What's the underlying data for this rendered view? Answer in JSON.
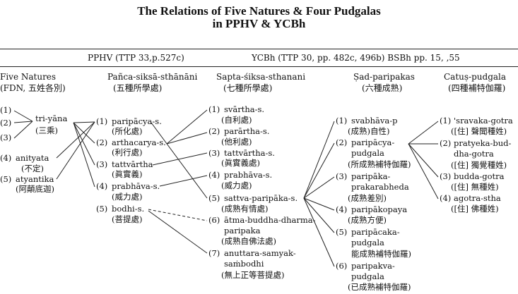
{
  "title": {
    "line1": "The Relations of Five Natures & Four Pudgalas",
    "line2": "in PPHV & YCBh"
  },
  "sources": {
    "pphv": "PPHV (TTP 33,p.527c)",
    "ycbh": "YCBh (TTP 30, pp. 482c, 496b) BSBh pp. 15, ,55"
  },
  "columns": {
    "five_natures": {
      "title1": "Five Natures",
      "title2": "(FDN, 五姓各別)"
    },
    "panca": {
      "title1": "Pañca-siksā-sthānāni",
      "title2": "(五種所學處)"
    },
    "sapta": {
      "title1": "Sapta-śiksa-sthanani",
      "title2": "(七種所學處)"
    },
    "sad": {
      "title1": "Ṣad-paripakas",
      "title2": "(六種成熟)"
    },
    "catus": {
      "title1": "Catuṣ-pudgala",
      "title2": "(四種補特伽羅)"
    }
  },
  "five_natures": {
    "n1": "(1)",
    "n2": "(2)",
    "n3": "(3)",
    "triyana": "tri-yāna",
    "triyana_cn": "(三乘)",
    "n4": "(4)",
    "anityata": "anityata",
    "anityata_cn": "(不定)",
    "n5": "(5)",
    "atyantika": "atyantika",
    "atyantika_cn": "(阿顛底迦)"
  },
  "panca": [
    {
      "num": "(1)",
      "name": "paripācya-s.",
      "cn": "(所化處)"
    },
    {
      "num": "(2)",
      "name": "arthacarya-s.",
      "cn": "(利行處)"
    },
    {
      "num": "(3)",
      "name": "tattvārtha",
      "cn": "(眞實義)"
    },
    {
      "num": "(4)",
      "name": "prabhāva-s.",
      "cn": "(威力處)"
    },
    {
      "num": "(5)",
      "name": "bodhi-s.",
      "cn": "(菩提處)"
    }
  ],
  "sapta": [
    {
      "num": "(1)",
      "name": "svārtha-s.",
      "cn": "(自利處)"
    },
    {
      "num": "(2)",
      "name": "parārtha-s.",
      "cn": "(他利處)"
    },
    {
      "num": "(3)",
      "name": "tattvārtha-s.",
      "cn": "(眞實義處)"
    },
    {
      "num": "(4)",
      "name": "prabhāva-s.",
      "cn": "(威力處)"
    },
    {
      "num": "(5)",
      "name": "sattva-paripāka-s.",
      "cn": "(成熟有情處)"
    },
    {
      "num": "(6)",
      "name": "ātma-buddha-dharma-",
      "name2": "paripaka",
      "cn": "(成熟自佛法處)"
    },
    {
      "num": "(7)",
      "name": "anuttara-samyak-",
      "name2": "saṁbodhi",
      "cn": "(無上正等菩提處)"
    }
  ],
  "sad": [
    {
      "num": "(1)",
      "name": "svabhāva-p",
      "cn": "(成熟)自性)"
    },
    {
      "num": "(2)",
      "name": "paripācya-",
      "name2": "pudgala",
      "cn": "(所成熟補特伽羅)"
    },
    {
      "num": "(3)",
      "name": "paripāka-",
      "name2": "prakarabheda",
      "cn": "(成熟差別)"
    },
    {
      "num": "(4)",
      "name": "paripākopaya",
      "cn": "(成熟方便)"
    },
    {
      "num": "(5)",
      "name": "paripācaka-",
      "name2": "pudgala",
      "cn": "能成熟補特伽羅)"
    },
    {
      "num": "(6)",
      "name": "paripakva-",
      "name2": "pudgala",
      "cn": "(已成熟補特伽羅)"
    }
  ],
  "catus": [
    {
      "num": "(1)",
      "name": "'sravaka-gotra",
      "cn": "([住] 聲聞種姓)"
    },
    {
      "num": "(2)",
      "name": "pratyeka-bud-",
      "name2": "dha-gotra",
      "cn": "([住] 獨覺種姓)"
    },
    {
      "num": "(3)",
      "name": "budda-gotra",
      "cn": "([住] 無種姓)"
    },
    {
      "num": "(4)",
      "name": "agotra-stha",
      "cn": "([住] 佛種姓)"
    }
  ]
}
